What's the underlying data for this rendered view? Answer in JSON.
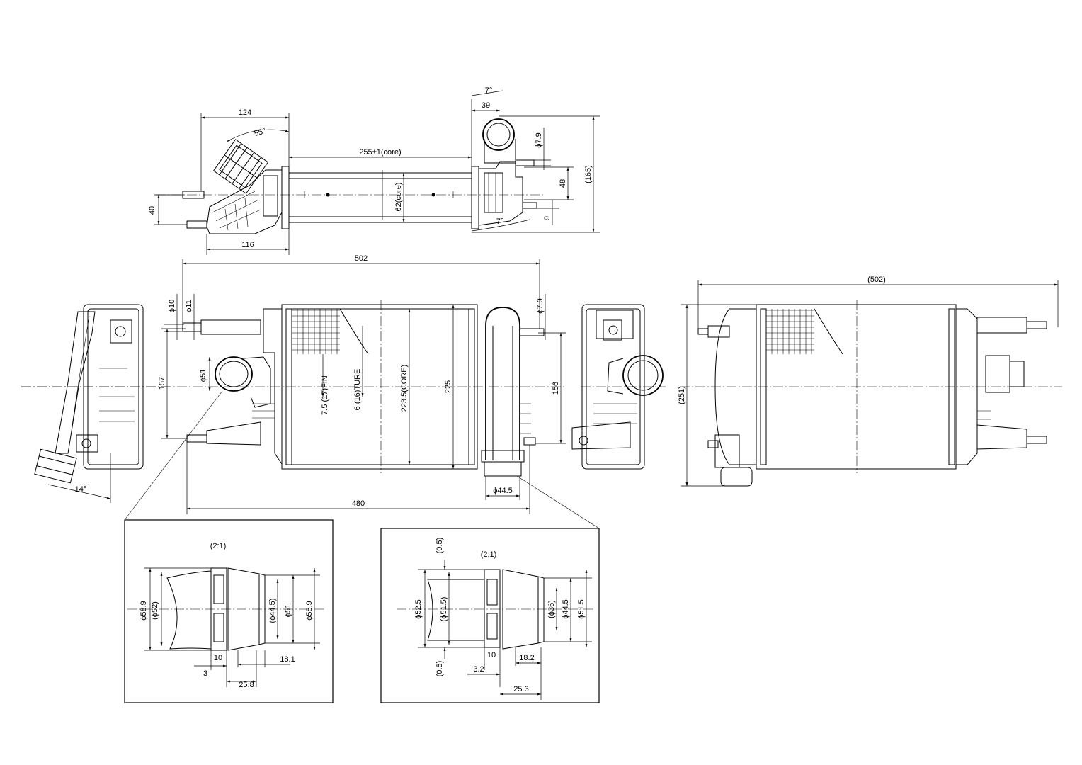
{
  "top_view": {
    "d_124": "124",
    "angle_55": "55°",
    "d_255_core": "255±1(core)",
    "d_62_core": "62(core)",
    "d_40": "40",
    "d_116": "116",
    "angle_7_top": "7°",
    "d_39": "39",
    "d_phi79": "ϕ7.9",
    "d_48": "48",
    "d_9": "9",
    "d_165": "(165)",
    "angle_7_bottom": "7°"
  },
  "front_view": {
    "d_502": "502",
    "d_phi10": "ϕ10",
    "d_phi11": "ϕ11",
    "d_phi79": "ϕ7.9",
    "d_157": "157",
    "d_phi51": "ϕ51",
    "d_fin": "7.5 (17)FIN",
    "d_ture": "6 (16)TURE",
    "d_2235_core": "223.5(CORE)",
    "d_225": "225",
    "d_156": "156",
    "d_phi445": "ϕ44.5",
    "d_480": "480",
    "angle_14": "14°"
  },
  "rear_view": {
    "d_502": "(502)",
    "d_251": "(251)"
  },
  "detail_left": {
    "scale": "(2:1)",
    "d_589_a": "ϕ58.9",
    "d_52": "(ϕ52)",
    "d_445": "(ϕ44.5)",
    "d_51": "ϕ51",
    "d_589_b": "ϕ58.9",
    "d_10": "10",
    "d_181": "18.1",
    "d_3": "3",
    "d_258": "25.8"
  },
  "detail_right": {
    "scale": "(2:1)",
    "d_05_top": "(0.5)",
    "d_525": "ϕ52.5",
    "d_515a": "(ϕ51.5)",
    "d_36": "(ϕ36)",
    "d_445": "ϕ44.5",
    "d_515b": "ϕ51.5",
    "d_10": "10",
    "d_182": "18.2",
    "d_05_bottom": "(0.5)",
    "d_32": "3.2",
    "d_253": "25.3"
  }
}
